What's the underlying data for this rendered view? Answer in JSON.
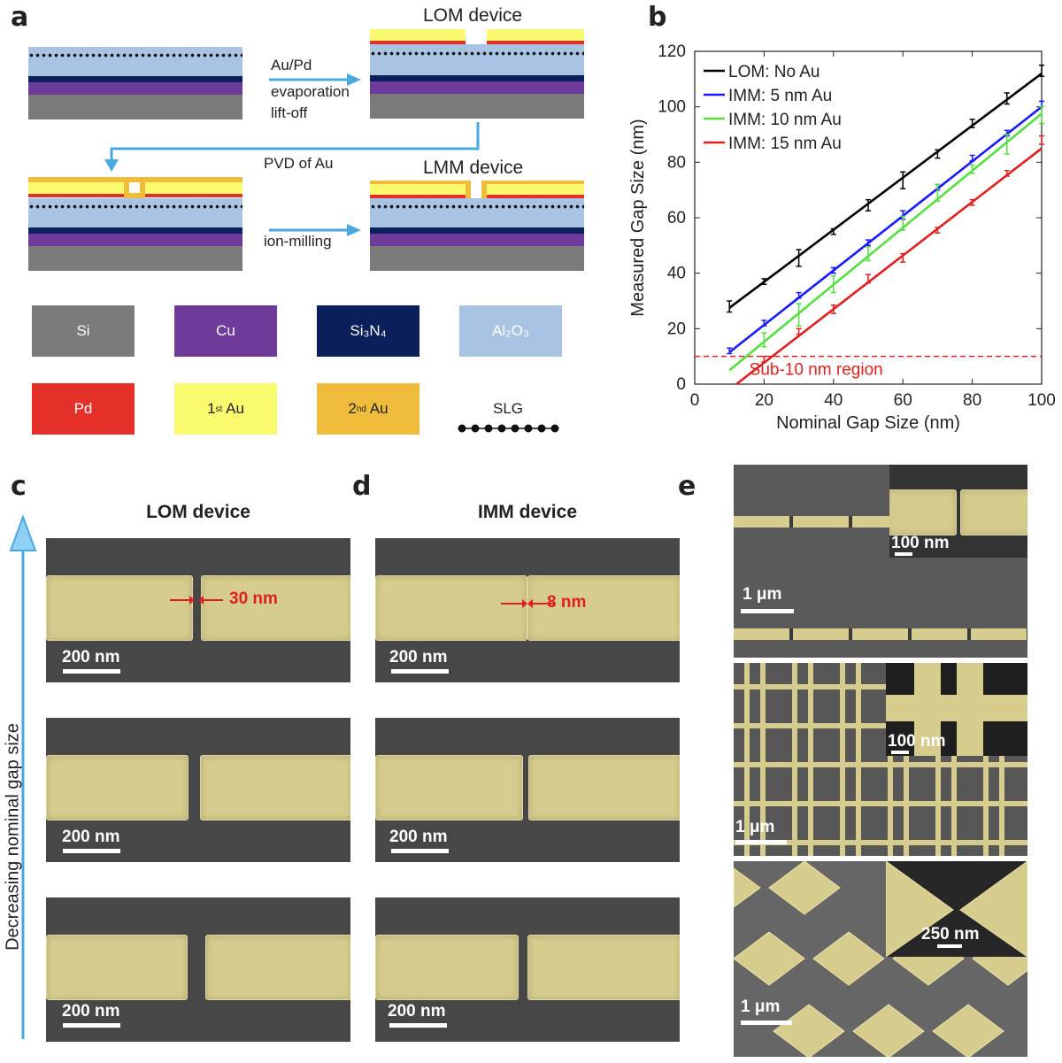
{
  "panels": {
    "a": "a",
    "b": "b",
    "c": "c",
    "d": "d",
    "e": "e"
  },
  "schematic": {
    "step1": [
      "Au/Pd",
      "evaporation",
      "lift-off"
    ],
    "step2": "PVD of Au",
    "step3": "ion-milling",
    "lom_title": "LOM device",
    "lmm_title": "LMM device",
    "legend": {
      "si": "Si",
      "cu": "Cu",
      "si3n4": "Si₃N₄",
      "al2o3": "Al₂O₃",
      "pd": "Pd",
      "au1_base": "1",
      "au1_sup": "st",
      "au1_tail": " Au",
      "au2_base": "2",
      "au2_sup": "nd",
      "au2_tail": " Au",
      "slg": "SLG"
    },
    "colors": {
      "si": "#7b7b7b",
      "cu": "#6f3b9a",
      "si3n4": "#0b1f5a",
      "al2o3": "#a9c3e3",
      "pd": "#e5302a",
      "au1": "#fafa6e",
      "au2": "#f0bc3c",
      "arrow": "#4aa8e0"
    }
  },
  "chart_data": {
    "type": "line",
    "xlabel": "Nominal Gap Size (nm)",
    "ylabel": "Measured Gap Size (nm)",
    "xlim": [
      0,
      100
    ],
    "ylim": [
      0,
      120
    ],
    "xticks": [
      0,
      20,
      40,
      60,
      80,
      100
    ],
    "yticks": [
      0,
      20,
      40,
      60,
      80,
      100,
      120
    ],
    "legend_position": "top-left",
    "threshold": {
      "y": 10,
      "label": "Sub-10 nm region",
      "color": "#e02020"
    },
    "series": [
      {
        "name": "LOM: No Au",
        "color": "#000000",
        "x": [
          10,
          20,
          30,
          40,
          50,
          60,
          70,
          80,
          90,
          100
        ],
        "y": [
          28,
          37,
          45.5,
          55,
          64.5,
          73.5,
          83,
          94,
          103,
          113
        ],
        "err": [
          2,
          1,
          3,
          1,
          2,
          3,
          1.5,
          1.5,
          2,
          2
        ],
        "fit": [
          [
            10,
            27.5
          ],
          [
            100,
            112
          ]
        ]
      },
      {
        "name": "IMM: 5 nm Au",
        "color": "#1a1aff",
        "x": [
          10,
          20,
          30,
          40,
          50,
          60,
          70,
          80,
          90,
          100
        ],
        "y": [
          12,
          22,
          32,
          41,
          51,
          61,
          71,
          81.5,
          90.5,
          101
        ],
        "err": [
          1,
          1,
          1,
          1,
          1,
          1.5,
          1,
          1,
          1,
          1
        ],
        "fit": [
          [
            10,
            11.5
          ],
          [
            100,
            100
          ]
        ]
      },
      {
        "name": "IMM: 10 nm Au",
        "color": "#55e040",
        "x": [
          20,
          30,
          40,
          50,
          60,
          70,
          80,
          90,
          100
        ],
        "y": [
          16,
          25,
          36,
          47,
          58,
          69,
          77.5,
          86.5,
          97
        ],
        "err": [
          2.5,
          4,
          3,
          2.5,
          2.5,
          3,
          1.5,
          3.5,
          3
        ],
        "fit": [
          [
            10,
            5
          ],
          [
            100,
            97.5
          ]
        ]
      },
      {
        "name": "IMM: 15 nm Au",
        "color": "#e02020",
        "x": [
          20,
          30,
          40,
          50,
          60,
          70,
          80,
          90,
          100
        ],
        "y": [
          9,
          19,
          27,
          38,
          45.5,
          55.5,
          65.5,
          76,
          88
        ],
        "err": [
          1,
          1,
          1.5,
          1.5,
          1.5,
          1,
          1,
          1,
          1.5
        ],
        "fit": [
          [
            12,
            0
          ],
          [
            100,
            85
          ]
        ]
      }
    ]
  },
  "sem_c": {
    "title": "LOM device",
    "scale": "200 nm",
    "gap": "30 nm",
    "side_label": "Decreasing nominal gap size"
  },
  "sem_d": {
    "title": "IMM device",
    "scale": "200 nm",
    "gap": "8 nm"
  },
  "sem_e": {
    "scale_main": "1 μm",
    "inset1": "100 nm",
    "inset2": "100 nm",
    "inset3": "250 nm"
  }
}
